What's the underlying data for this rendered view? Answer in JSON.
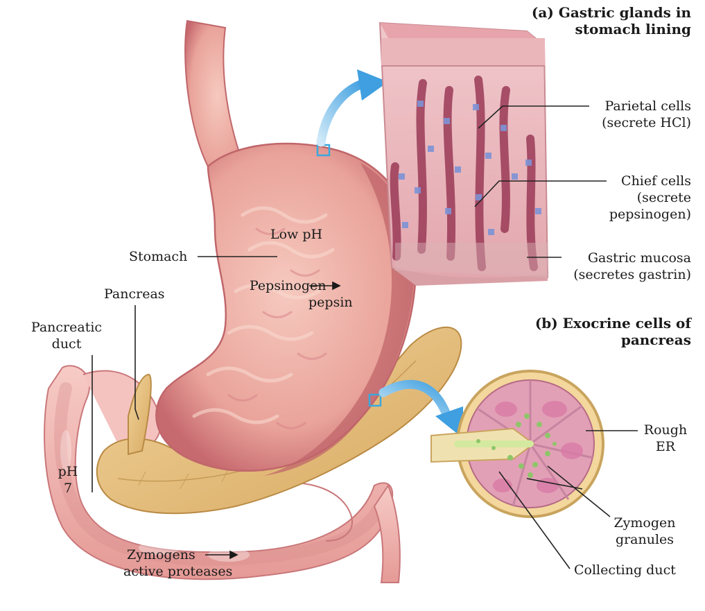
{
  "colors": {
    "stomach": "#e9a39a",
    "stomach_dark": "#c0666b",
    "intestine": "#f0b3ae",
    "pancreas": "#e6c485",
    "mucosa": "#e8b4b8",
    "gland": "#9b3a57",
    "cell_blue": "#7d93d6",
    "arrow": "#5fb3e6",
    "marker": "#3aa8dd",
    "leader": "#222222"
  },
  "icons": {
    "stomach": "stomach-illustration",
    "intestine": "small-intestine-illustration",
    "pancreas": "pancreas-illustration",
    "gastric_gland_inset": "gastric-gland-tissue",
    "acinus_inset": "pancreatic-acinus",
    "zoom_arrow": "curved-arrow-icon"
  },
  "labels": {
    "gastric_title": [
      "(a) Gastric glands in",
      "stomach lining"
    ],
    "parietal": [
      "Parietal cells",
      "(secrete HCl)"
    ],
    "chief": [
      "Chief cells",
      "(secrete",
      "pepsinogen)"
    ],
    "mucosa": [
      "Gastric mucosa",
      "(secretes gastrin)"
    ],
    "exocrine_title": [
      "(b) Exocrine cells of",
      "pancreas"
    ],
    "rough_er": [
      "Rough",
      "ER"
    ],
    "zymogen_granules": [
      "Zymogen",
      "granules"
    ],
    "collecting_duct": "Collecting duct",
    "low_ph": "Low pH",
    "stomach": "Stomach",
    "pepsinogen": "Pepsinogen",
    "pepsin": "pepsin",
    "pancreas": "Pancreas",
    "pancreatic_duct": [
      "Pancreatic",
      "duct"
    ],
    "ph7": [
      "pH",
      "7"
    ],
    "zymogens": "Zymogens",
    "active_proteases": "active proteases"
  }
}
